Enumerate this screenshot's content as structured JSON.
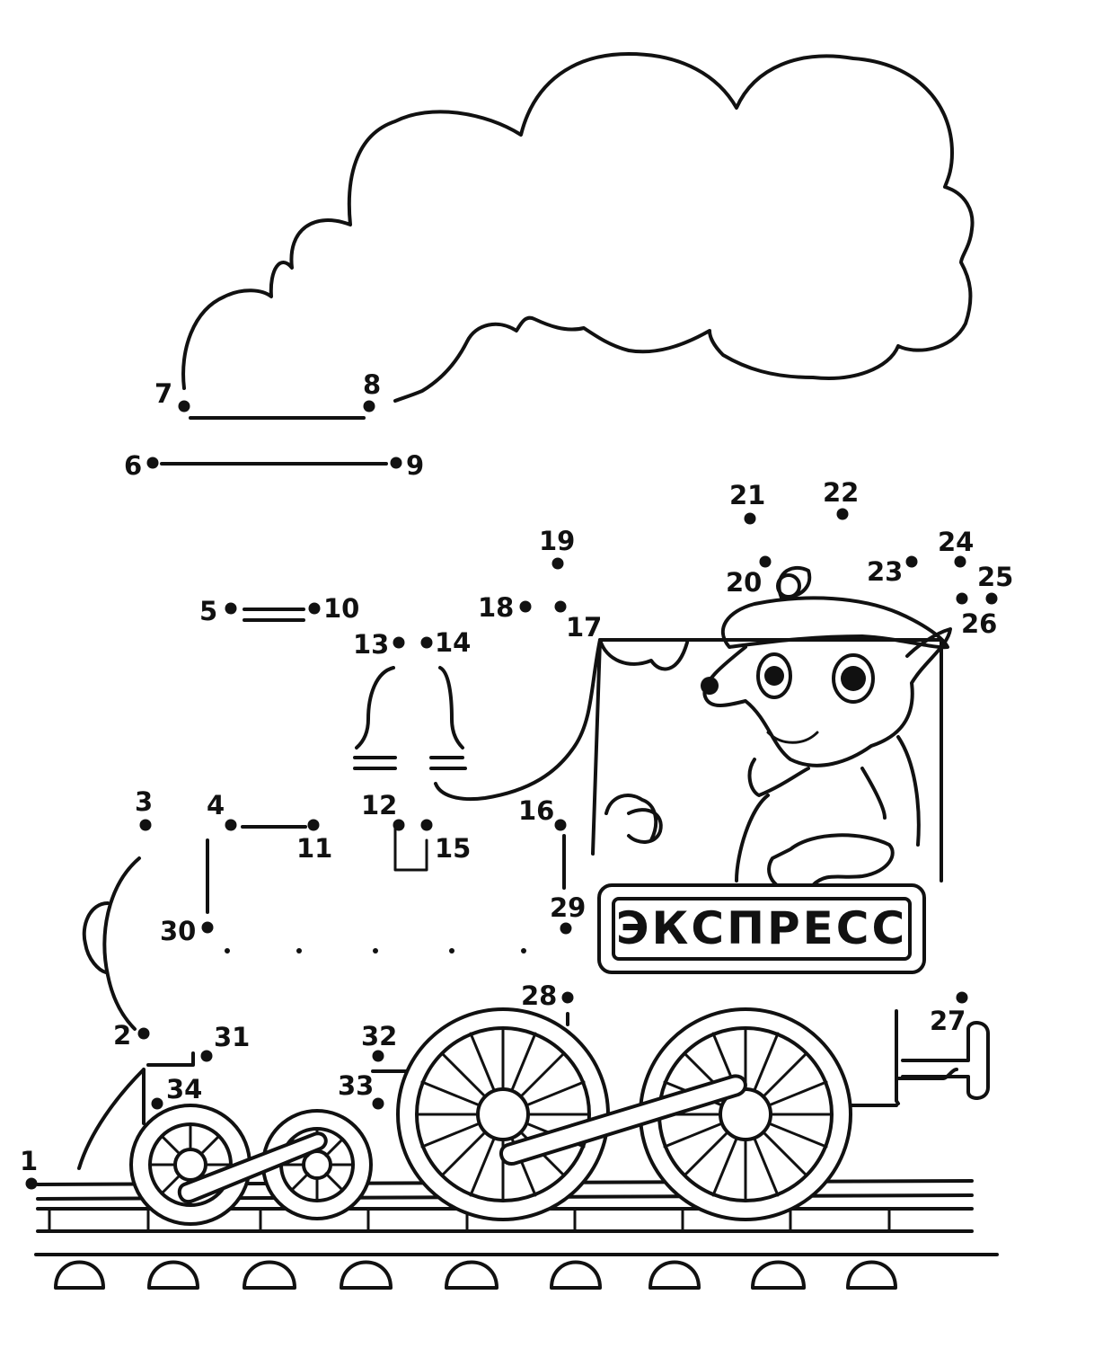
{
  "plate": {
    "label": "ЭКСПРЕСС"
  },
  "colors": {
    "ink": "#111111",
    "paper": "#ffffff"
  },
  "dots": [
    {
      "n": "1"
    },
    {
      "n": "2"
    },
    {
      "n": "3"
    },
    {
      "n": "4"
    },
    {
      "n": "5"
    },
    {
      "n": "6"
    },
    {
      "n": "7"
    },
    {
      "n": "8"
    },
    {
      "n": "9"
    },
    {
      "n": "10"
    },
    {
      "n": "11"
    },
    {
      "n": "12"
    },
    {
      "n": "13"
    },
    {
      "n": "14"
    },
    {
      "n": "15"
    },
    {
      "n": "16"
    },
    {
      "n": "17"
    },
    {
      "n": "18"
    },
    {
      "n": "19"
    },
    {
      "n": "20"
    },
    {
      "n": "21"
    },
    {
      "n": "22"
    },
    {
      "n": "23"
    },
    {
      "n": "24"
    },
    {
      "n": "25"
    },
    {
      "n": "26"
    },
    {
      "n": "27"
    },
    {
      "n": "28"
    },
    {
      "n": "29"
    },
    {
      "n": "30"
    },
    {
      "n": "31"
    },
    {
      "n": "32"
    },
    {
      "n": "33"
    },
    {
      "n": "34"
    }
  ]
}
